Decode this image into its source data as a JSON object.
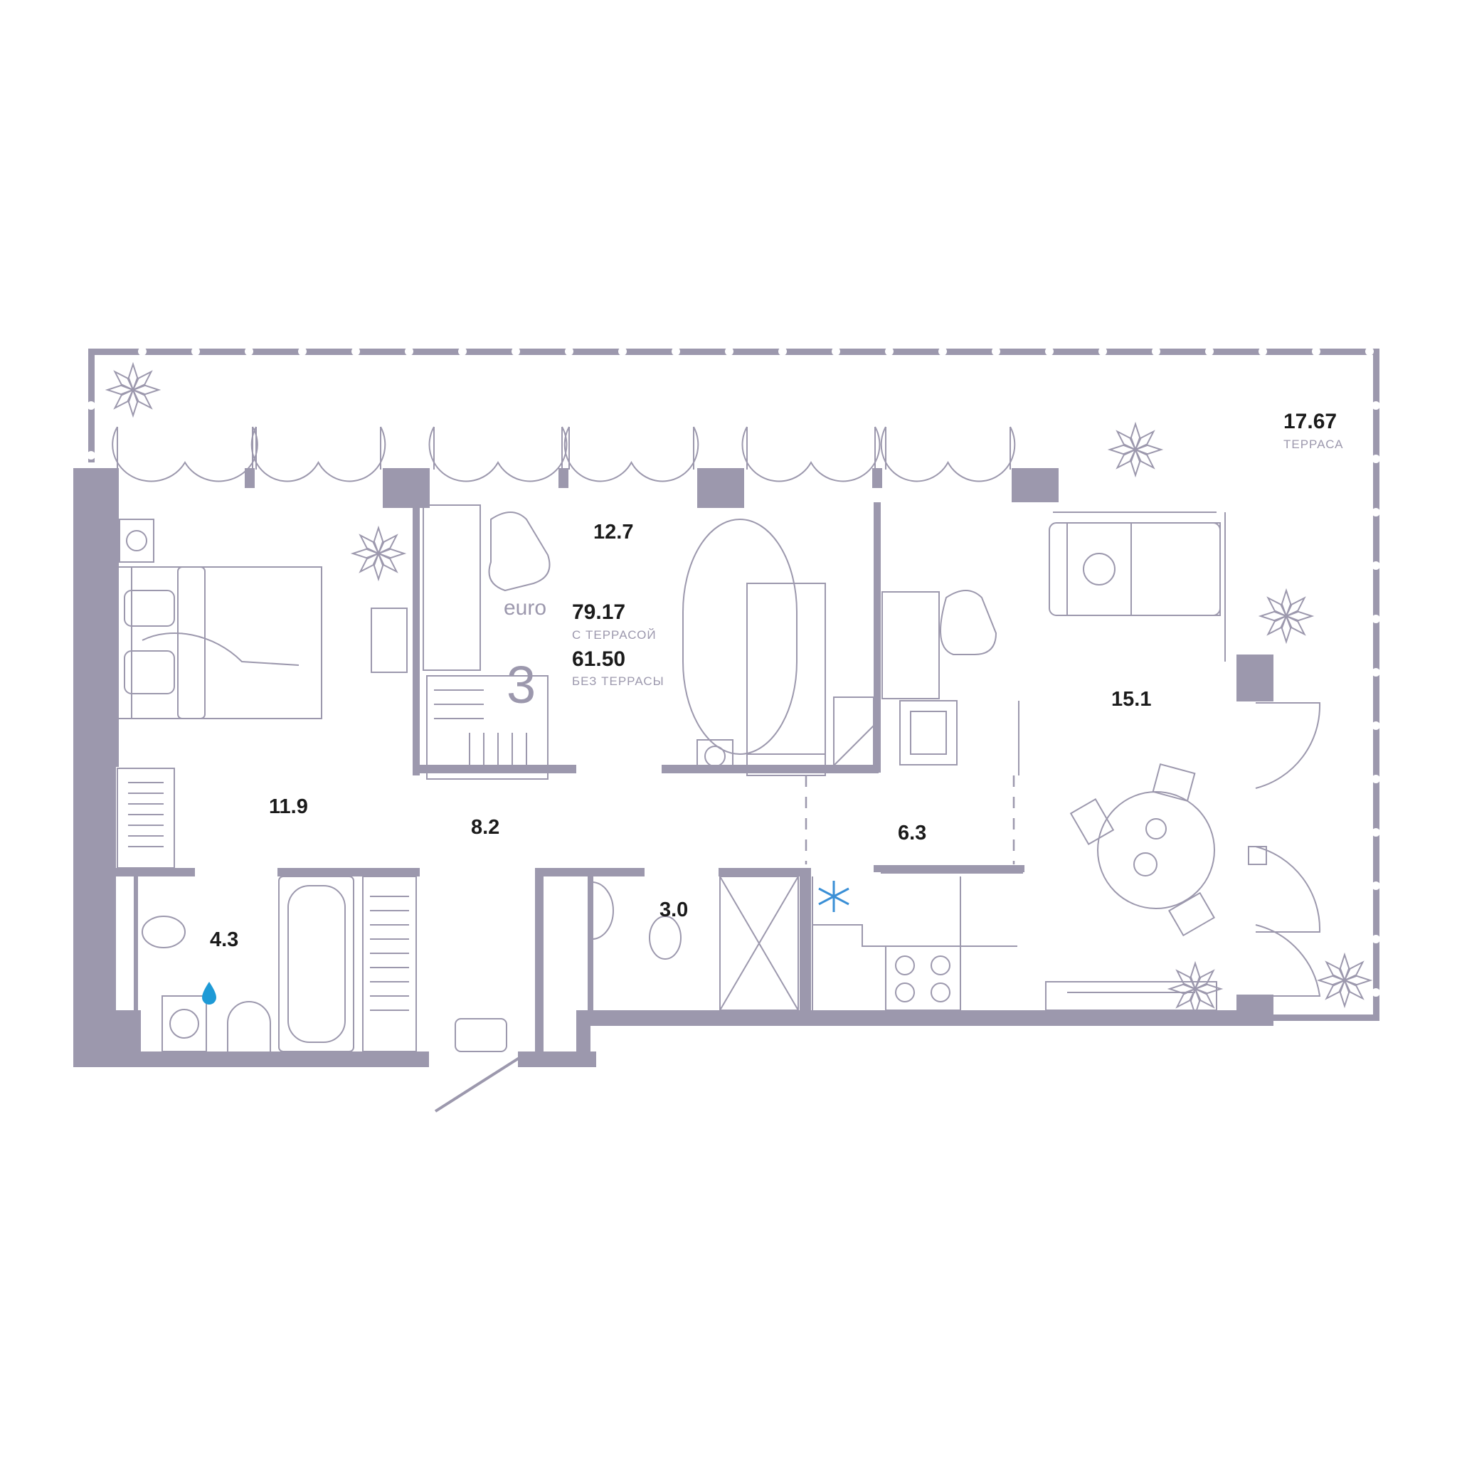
{
  "plan": {
    "layout_label": "euro",
    "rooms_count": "3",
    "total_area_with_terrace": "79.17",
    "with_terrace_label": "С ТЕРРАСОЙ",
    "total_area_without_terrace": "61.50",
    "without_terrace_label": "БЕЗ ТЕРРАСЫ",
    "terrace_area": "17.67",
    "terrace_label": "ТЕРРАСА"
  },
  "rooms": {
    "bedroom": "11.9",
    "bedroom_2": "12.7",
    "living": "15.1",
    "hall": "8.2",
    "kitchen": "6.3",
    "bathroom": "4.3",
    "wc": "3.0"
  },
  "colors": {
    "wall": "#9c98ad",
    "text": "#1b1b1b",
    "water_drop": "#1e9ad6",
    "snowflake": "#3a8fd6"
  },
  "icons": [
    "plant-icon",
    "bed-icon",
    "desk-icon",
    "armchair-icon",
    "sofa-icon",
    "dining-table-icon",
    "bathtub-icon",
    "toilet-icon",
    "sink-icon",
    "washing-machine-icon",
    "shower-icon",
    "stove-icon",
    "snowflake-icon",
    "water-drop-icon",
    "tv-icon",
    "radiator-icon"
  ]
}
